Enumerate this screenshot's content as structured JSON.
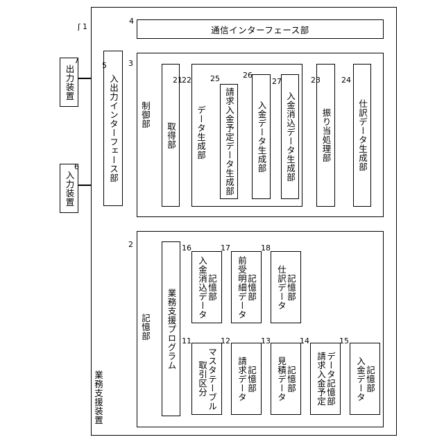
{
  "apparatus": {
    "label": "業務支援装置",
    "ref": "1"
  },
  "comm_interface": {
    "label": "通信インターフェース部",
    "ref": "4"
  },
  "io_interface": {
    "label": "入出力インターフェース部",
    "ref": "5"
  },
  "input_device": {
    "label": "入力装置",
    "ref": "6"
  },
  "output_device": {
    "label": "出力装置",
    "ref": "7"
  },
  "control_unit": {
    "label": "制御部",
    "ref": "3",
    "acquisition": {
      "label": "取得部",
      "ref": "21"
    },
    "data_generation": {
      "label": "データ生成部",
      "ref": "22",
      "billing_schedule": {
        "label": "請求入金予定データ生成部",
        "ref": "25"
      },
      "payment_data": {
        "label": "入金データ生成部",
        "ref": "26"
      },
      "reconcile_data": {
        "label": "入金消込データ生成部",
        "ref": "27"
      }
    },
    "allocation": {
      "label": "振り当処理部",
      "ref": "23"
    },
    "journal_generation": {
      "label": "仕訳データ生成部",
      "ref": "24"
    }
  },
  "storage_unit": {
    "label": "記憶部",
    "ref": "2",
    "program": {
      "label": "業務支援プログラム"
    },
    "reconcile_store": {
      "line1": "入金消込データ",
      "line2": "記憶部",
      "ref": "16"
    },
    "advance_store": {
      "line1": "前受明細データ",
      "line2": "記憶部",
      "ref": "17"
    },
    "journal_store": {
      "line1": "仕訳データ",
      "line2": "記憶部",
      "ref": "18"
    },
    "master_table": {
      "line1": "取引区分",
      "line2": "マスタテーブル",
      "ref": "11"
    },
    "billing_store": {
      "line1": "請求データ",
      "line2": "記憶部",
      "ref": "12"
    },
    "estimate_store": {
      "line1": "見積データ",
      "line2": "記憶部",
      "ref": "13"
    },
    "billing_schedule_store": {
      "line1": "請求入金予定",
      "line2": "データ記憶部",
      "ref": "14"
    },
    "payment_store": {
      "line1": "入金データ",
      "line2": "記憶部",
      "ref": "15"
    }
  }
}
